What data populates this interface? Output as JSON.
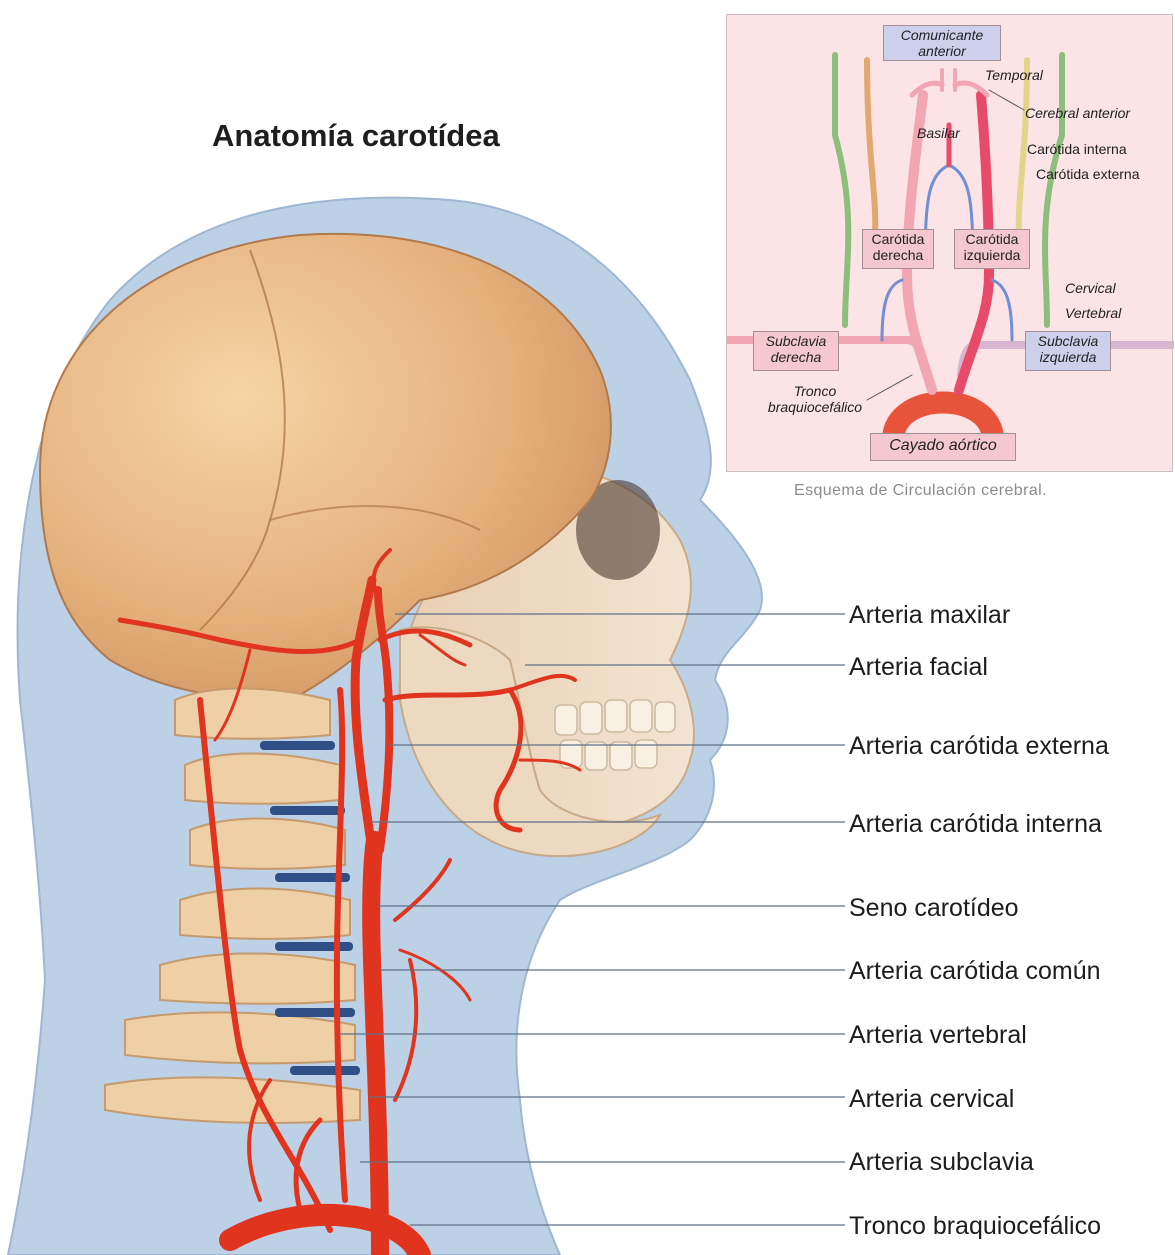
{
  "title": "Anatomía carotídea",
  "caption": "Esquema de Circulación cerebral.",
  "labels": [
    "Arteria maxilar",
    "Arteria facial",
    "Arteria carótida externa",
    "Arteria carótida interna",
    "Seno carotídeo",
    "Arteria carótida común",
    "Arteria vertebral",
    "Arteria cervical",
    "Arteria subclavia",
    "Tronco braquiocefálico"
  ],
  "inset": {
    "comunicante": "Comunicante anterior",
    "temporal": "Temporal",
    "basilar": "Basilar",
    "cerebral_anterior": "Cerebral anterior",
    "carotida_interna": "Carótida interna",
    "carotida_externa": "Carótida externa",
    "carotida_derecha": "Carótida derecha",
    "carotida_izquierda": "Carótida izquierda",
    "cervical": "Cervical",
    "vertebral": "Vertebral",
    "subclavia_derecha": "Subclavia derecha",
    "subclavia_izquierda": "Subclavia izquierda",
    "tronco": "Tronco braquiocefálico",
    "cayado": "Cayado aórtico"
  },
  "colors": {
    "artery": "#e0341f",
    "skull": "#e8b98a",
    "silhouette": "#bcd0e6",
    "inset_bg": "#fbe3e6"
  }
}
